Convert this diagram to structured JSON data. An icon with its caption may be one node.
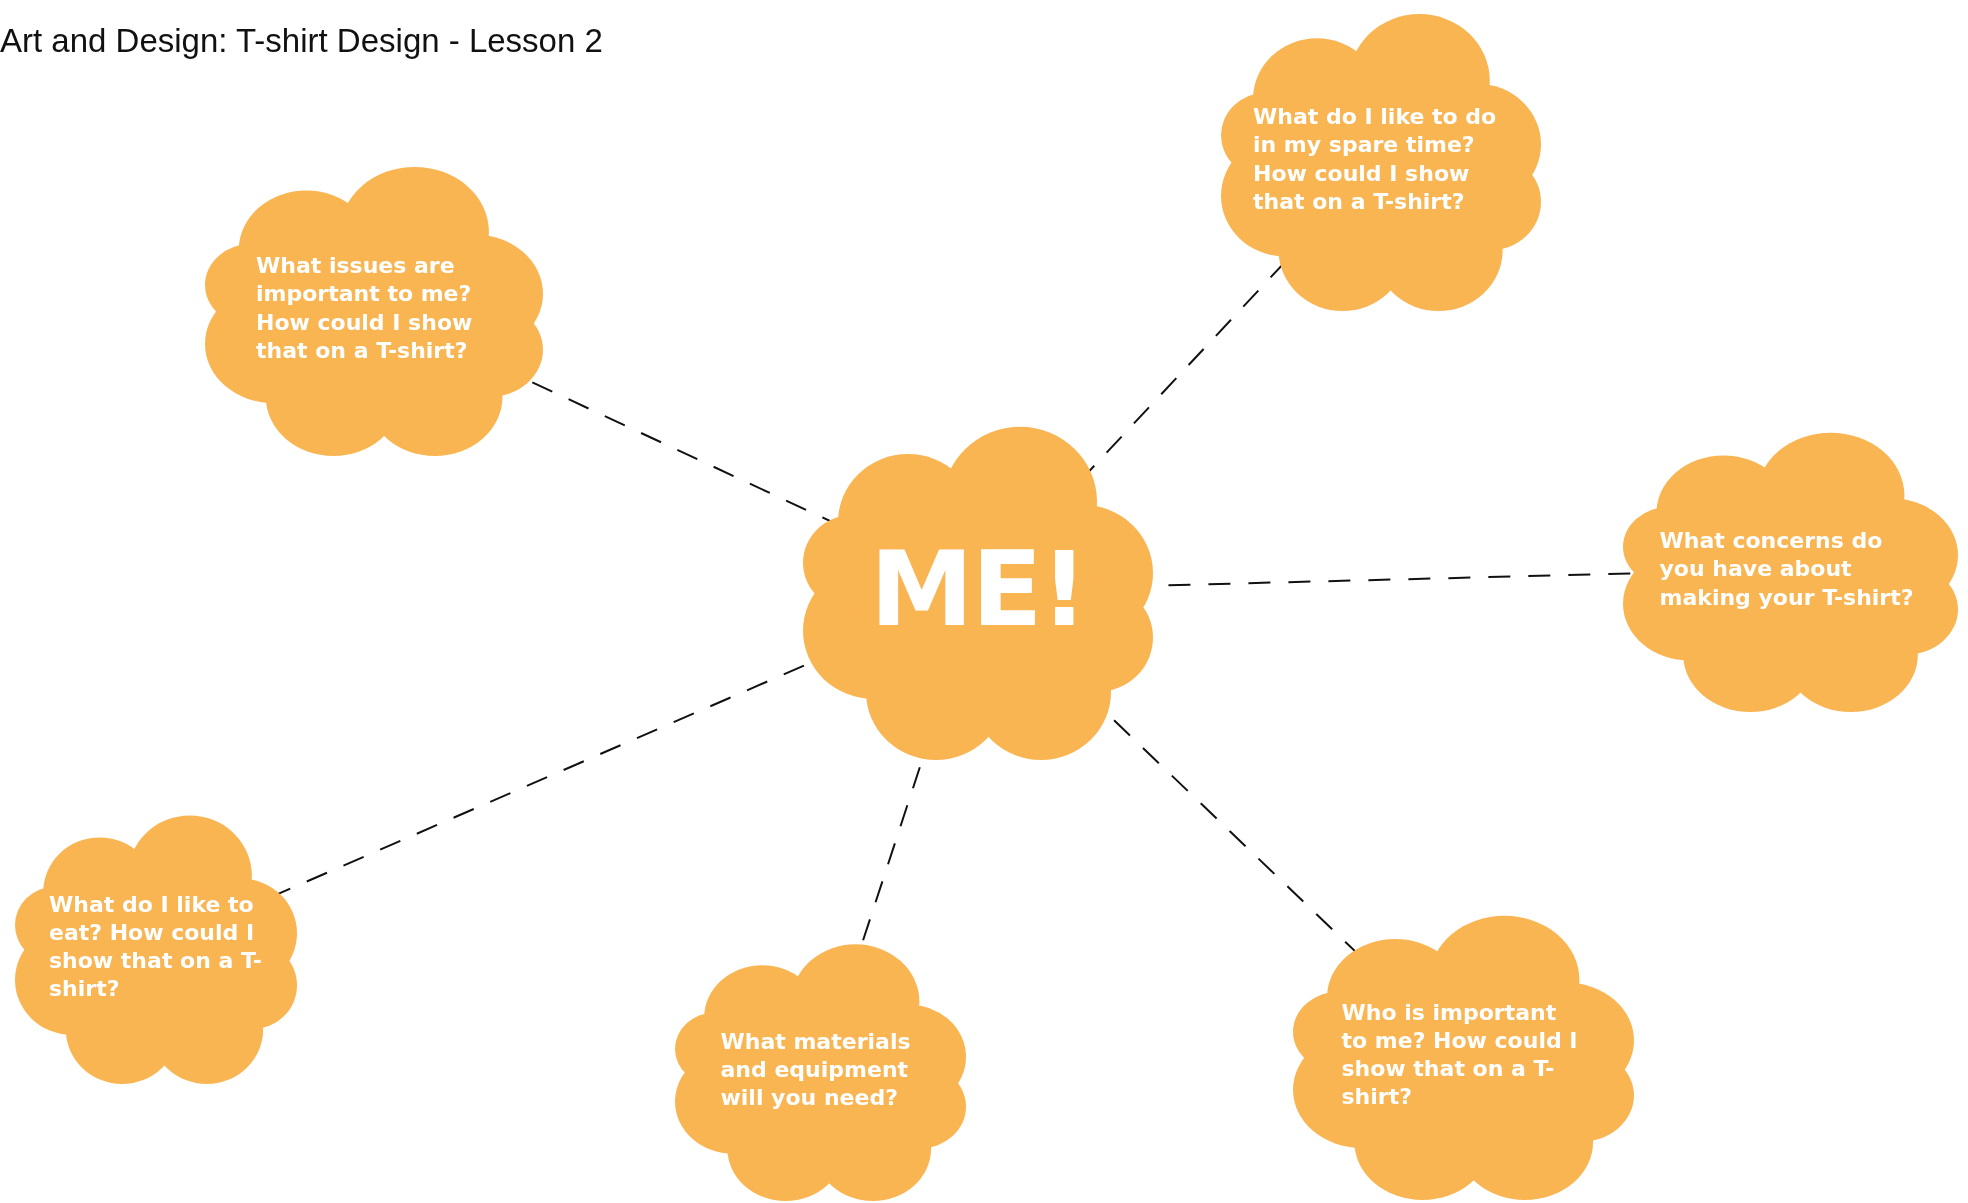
{
  "diagram": {
    "title": "Art and Design: T-shirt Design - Lesson 2",
    "nodes": [
      {
        "text": [
          "ME!"
        ]
      },
      {
        "text": [
          "What issues are important to me? How could I show that on a T-shirt?"
        ]
      },
      {
        "text": [
          "What do I like to do in my spare time? How could I show that on a T-shirt?"
        ]
      },
      {
        "text": [
          "What concerns do you have about making your T-shirt?"
        ]
      },
      {
        "text": [
          "What do I like to eat? How could I show that on a T-shirt?"
        ]
      },
      {
        "text": [
          "What materials and equipment will you need?"
        ]
      },
      {
        "text": [
          "Who is important to me? How could I show that on a T-shirt?"
        ]
      }
    ],
    "edges": [
      {
        "from": 0,
        "to": 1,
        "arrow": "none",
        "style": "dashed"
      },
      {
        "from": 0,
        "to": 2,
        "arrow": "none",
        "style": "dashed"
      },
      {
        "from": 0,
        "to": 3,
        "arrow": "none",
        "style": "dashed"
      },
      {
        "from": 0,
        "to": 4,
        "arrow": "none",
        "style": "dashed"
      },
      {
        "from": 0,
        "to": 5,
        "arrow": "none",
        "style": "dashed"
      },
      {
        "from": 0,
        "to": 6,
        "arrow": "none",
        "style": "dashed"
      }
    ]
  }
}
